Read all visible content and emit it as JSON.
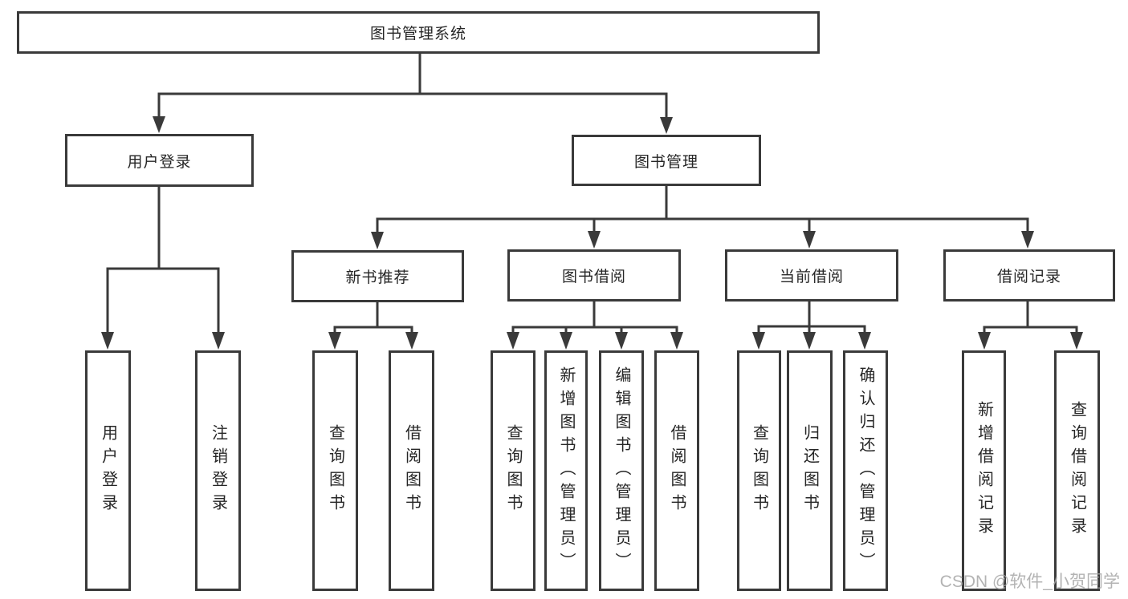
{
  "diagram": {
    "root": {
      "label": "图书管理系统"
    },
    "level2": [
      {
        "label": "用户登录"
      },
      {
        "label": "图书管理"
      }
    ],
    "level3": [
      {
        "label": "新书推荐",
        "parent": "图书管理"
      },
      {
        "label": "图书借阅",
        "parent": "图书管理"
      },
      {
        "label": "当前借阅",
        "parent": "图书管理"
      },
      {
        "label": "借阅记录",
        "parent": "图书管理"
      }
    ],
    "leaves": [
      {
        "label": "用户登录",
        "parent": "用户登录"
      },
      {
        "label": "注销登录",
        "parent": "用户登录"
      },
      {
        "label": "查询图书",
        "parent": "新书推荐"
      },
      {
        "label": "借阅图书",
        "parent": "新书推荐"
      },
      {
        "label": "查询图书",
        "parent": "图书借阅"
      },
      {
        "label": "新增图书（管理员）",
        "parent": "图书借阅"
      },
      {
        "label": "编辑图书（管理员）",
        "parent": "图书借阅"
      },
      {
        "label": "借阅图书",
        "parent": "图书借阅"
      },
      {
        "label": "查询图书",
        "parent": "当前借阅"
      },
      {
        "label": "归还图书",
        "parent": "当前借阅"
      },
      {
        "label": "确认归还（管理员）",
        "parent": "当前借阅"
      },
      {
        "label": "新增借阅记录",
        "parent": "借阅记录"
      },
      {
        "label": "查询借阅记录",
        "parent": "借阅记录"
      }
    ]
  },
  "watermark": {
    "text": "CSDN @软件_小贺同学"
  },
  "colors": {
    "line": "#3a3a3a",
    "text": "#262626",
    "background": "#ffffff",
    "watermark": "#a6a6a6"
  }
}
